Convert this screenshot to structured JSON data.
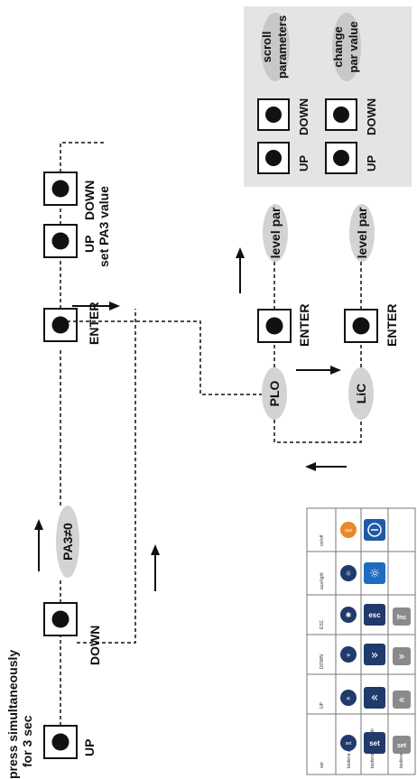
{
  "main_sequence": {
    "press_text": [
      "press simultaneously",
      "for 3 sec"
    ],
    "up_label": "UP",
    "down_label": "DOWN",
    "pa3_oval": "PA3≠0",
    "enter_label": "ENTER",
    "up2_label": "UP",
    "down2_label": "DOWN",
    "set_pa3_label": "set PA3 value"
  },
  "levels": {
    "plo": "PLO",
    "lic": "LiC",
    "enter_top": "ENTER",
    "enter_bottom": "ENTER",
    "level_par_top": "level  par",
    "level_par_bottom": "level  par"
  },
  "legend_box": {
    "scroll_parameters": [
      "scroll",
      "parameters"
    ],
    "change_par_value": [
      "change",
      "par value"
    ],
    "up_left": "UP",
    "down_left": "DOWN",
    "up_right": "UP",
    "down_right": "DOWN"
  },
  "key_table": {
    "headers": [
      "set",
      "UP",
      "DOWN",
      "ESC",
      "aux/light",
      "on/off"
    ],
    "row_labels": [
      "tastiera wide",
      "tastiera open 6 tasti",
      "tastiera 32x74"
    ],
    "glyphs": {
      "set": "set",
      "esc": "esc",
      "fnc": "fnc",
      "aux": "aux"
    }
  }
}
